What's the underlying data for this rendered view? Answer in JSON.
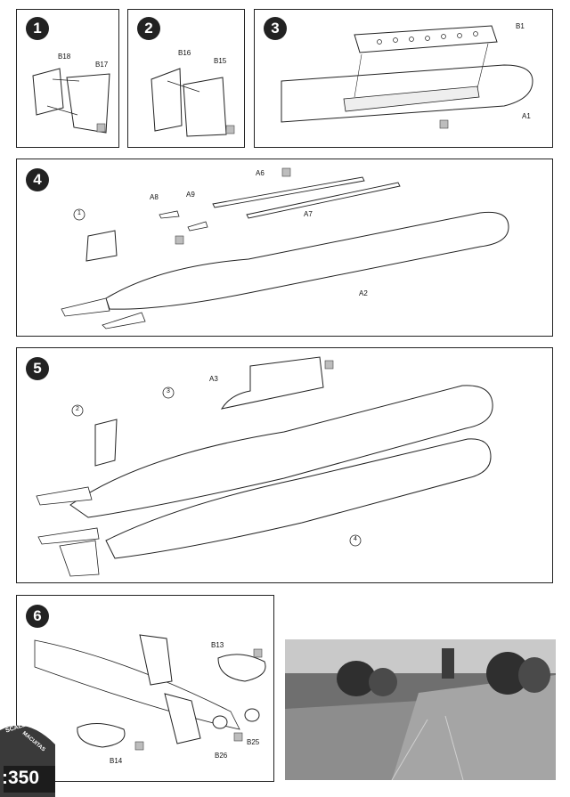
{
  "steps": {
    "s1": {
      "number": "1",
      "parts": [
        "B18",
        "B17"
      ]
    },
    "s2": {
      "number": "2",
      "parts": [
        "B16",
        "B15"
      ]
    },
    "s3": {
      "number": "3",
      "parts": [
        "B1",
        "A1"
      ]
    },
    "s4": {
      "number": "4",
      "parts": [
        "A6",
        "A7",
        "A8",
        "A9",
        "A2"
      ],
      "callout": "1"
    },
    "s5": {
      "number": "5",
      "parts": [
        "A3"
      ],
      "callouts": [
        "3",
        "2",
        "4"
      ]
    },
    "s6": {
      "number": "6",
      "parts": [
        "B13",
        "B14",
        "B26",
        "B25"
      ]
    }
  },
  "badge": {
    "scale": "SCALE",
    "ruler": "MACUITAS",
    "value": ":350"
  },
  "colors": {
    "step_circle": "#222222",
    "glue_mark": "#bdbdbd",
    "photo_sky": "#c9c9c9"
  }
}
